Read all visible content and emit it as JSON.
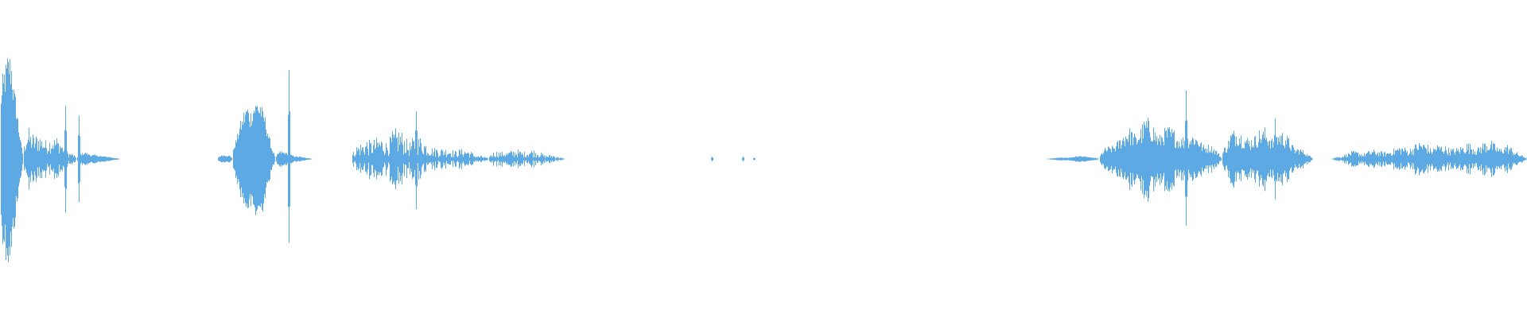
{
  "waveform": {
    "color": "#5DA9E3",
    "background": "#FFFFFF",
    "duration_fraction_end": 1.0,
    "segments": [
      {
        "start": 0.0,
        "end": 0.015,
        "amp": 0.78,
        "attack": 0.01,
        "release": 0.6,
        "spikiness": 0.35
      },
      {
        "start": 0.015,
        "end": 0.05,
        "amp": 0.32,
        "attack": 0.05,
        "release": 0.9,
        "spikiness": 0.75
      },
      {
        "start": 0.05,
        "end": 0.078,
        "amp": 0.06,
        "attack": 0.2,
        "release": 0.8,
        "spikiness": 0.4
      },
      {
        "start": 0.142,
        "end": 0.152,
        "amp": 0.04,
        "attack": 0.4,
        "release": 0.2,
        "spikiness": 0.3
      },
      {
        "start": 0.152,
        "end": 0.18,
        "amp": 0.58,
        "attack": 0.35,
        "release": 0.55,
        "spikiness": 0.35
      },
      {
        "start": 0.18,
        "end": 0.204,
        "amp": 0.06,
        "attack": 0.1,
        "release": 0.9,
        "spikiness": 0.4
      },
      {
        "start": 0.23,
        "end": 0.32,
        "amp": 0.22,
        "attack": 0.1,
        "release": 0.7,
        "spikiness": 0.85
      },
      {
        "start": 0.32,
        "end": 0.37,
        "amp": 0.09,
        "attack": 0.1,
        "release": 0.6,
        "spikiness": 0.85
      },
      {
        "start": 0.685,
        "end": 0.72,
        "amp": 0.02,
        "attack": 0.6,
        "release": 0.2,
        "spikiness": 0.3
      },
      {
        "start": 0.72,
        "end": 0.8,
        "amp": 0.28,
        "attack": 0.25,
        "release": 0.3,
        "spikiness": 0.6
      },
      {
        "start": 0.8,
        "end": 0.86,
        "amp": 0.26,
        "attack": 0.1,
        "release": 0.5,
        "spikiness": 0.6
      },
      {
        "start": 0.872,
        "end": 1.0,
        "amp": 0.13,
        "attack": 0.5,
        "release": 0.1,
        "spikiness": 0.7
      }
    ],
    "spikes": [
      {
        "pos": 0.0426,
        "amp": 0.35
      },
      {
        "pos": 0.0515,
        "amp": 0.28
      },
      {
        "pos": 0.1889,
        "amp": 0.56
      },
      {
        "pos": 0.2722,
        "amp": 0.33
      },
      {
        "pos": 0.7765,
        "amp": 0.46
      },
      {
        "pos": 0.8349,
        "amp": 0.26
      },
      {
        "pos": 0.466,
        "amp": 0.015
      },
      {
        "pos": 0.4862,
        "amp": 0.015
      },
      {
        "pos": 0.494,
        "amp": 0.008
      }
    ]
  }
}
